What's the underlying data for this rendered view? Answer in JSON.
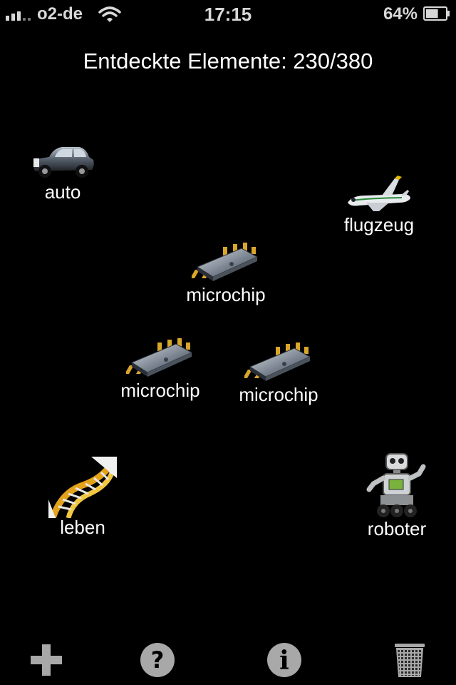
{
  "status_bar": {
    "carrier": "o2-de",
    "time": "17:15",
    "battery_percent_label": "64%",
    "battery_level": 0.64
  },
  "counter": {
    "text": "Entdeckte Elemente: 230/380"
  },
  "elements": [
    {
      "label": "auto",
      "icon": "car-icon"
    },
    {
      "label": "flugzeug",
      "icon": "airplane-icon"
    },
    {
      "label": "microchip",
      "icon": "microchip-icon"
    },
    {
      "label": "microchip",
      "icon": "microchip-icon"
    },
    {
      "label": "microchip",
      "icon": "microchip-icon"
    },
    {
      "label": "leben",
      "icon": "dna-icon"
    },
    {
      "label": "roboter",
      "icon": "robot-icon"
    }
  ],
  "toolbar": {
    "buttons": [
      {
        "icon": "plus-icon"
      },
      {
        "icon": "help-icon",
        "glyph": "?"
      },
      {
        "icon": "info-icon",
        "glyph": "i"
      },
      {
        "icon": "trash-icon"
      }
    ]
  },
  "colors": {
    "background": "#000000",
    "text": "#ffffff",
    "toolbar_icon": "#a8a8a8"
  }
}
